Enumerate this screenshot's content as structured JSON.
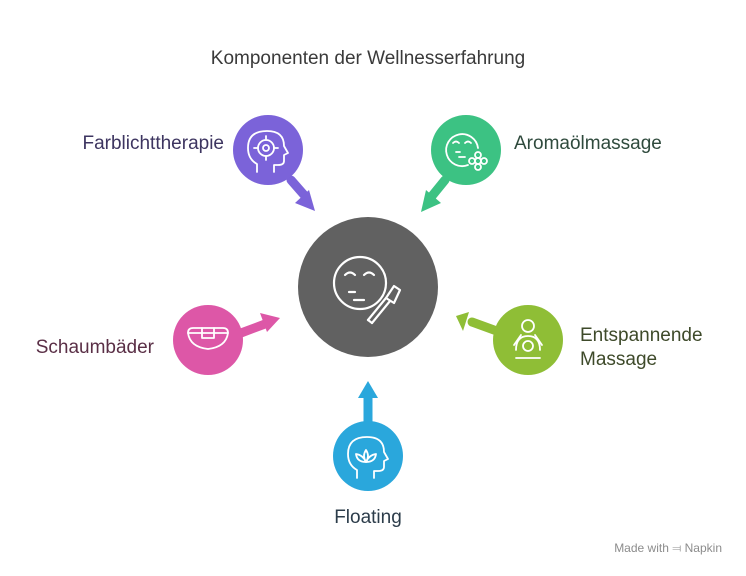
{
  "title": "Komponenten der Wellnesserfahrung",
  "center": {
    "icon": "face-makeup-brush-icon",
    "color": "#616161"
  },
  "nodes": [
    {
      "id": "farblicht",
      "label": "Farblichttherapie",
      "color": "#7b63d9",
      "label_color": "#3d3560",
      "icon": "head-target-icon"
    },
    {
      "id": "aroma",
      "label": "Aromaölmassage",
      "color": "#3cc283",
      "label_color": "#2f4a3d",
      "icon": "face-flower-icon"
    },
    {
      "id": "schaum",
      "label": "Schaumbäder",
      "color": "#dd57a7",
      "label_color": "#5a2f46",
      "icon": "bathtub-icon"
    },
    {
      "id": "entspann",
      "label_line1": "Entspannende",
      "label_line2": "Massage",
      "color": "#8fbe36",
      "label_color": "#3e4a2a",
      "icon": "massage-person-icon"
    },
    {
      "id": "floating",
      "label": "Floating",
      "color": "#2aa7dc",
      "label_color": "#2c3c4a",
      "icon": "head-lotus-icon"
    }
  ],
  "watermark": {
    "prefix": "Made with",
    "brand": "Napkin"
  }
}
